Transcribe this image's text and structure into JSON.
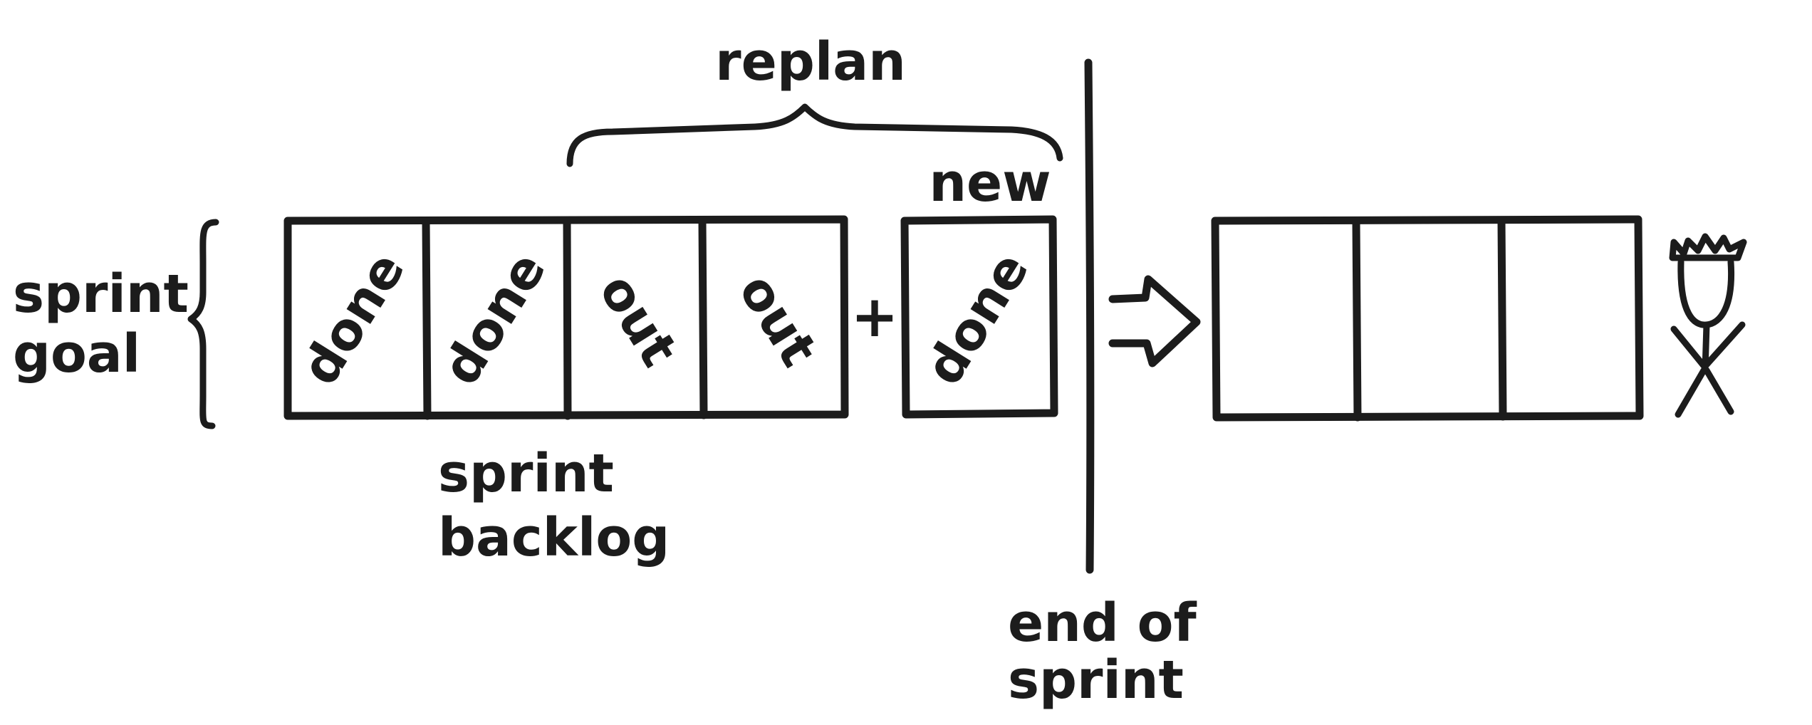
{
  "labels": {
    "replan": "replan",
    "new": "new",
    "sprint_goal_line1": "sprint",
    "sprint_goal_line2": "goal",
    "sprint_backlog_line1": "sprint",
    "sprint_backlog_line2": "backlog",
    "end_of_sprint_line1": "end of",
    "end_of_sprint_line2": "sprint",
    "plus": "+"
  },
  "sprint_backlog_cells": [
    {
      "text": "done"
    },
    {
      "text": "done"
    },
    {
      "text": "out"
    },
    {
      "text": "out"
    }
  ],
  "new_cell": {
    "text": "done"
  },
  "result_cells": [
    {
      "text": ""
    },
    {
      "text": ""
    },
    {
      "text": ""
    }
  ],
  "colors": {
    "ink": "#1c1c1c",
    "paper": "#ffffff"
  }
}
